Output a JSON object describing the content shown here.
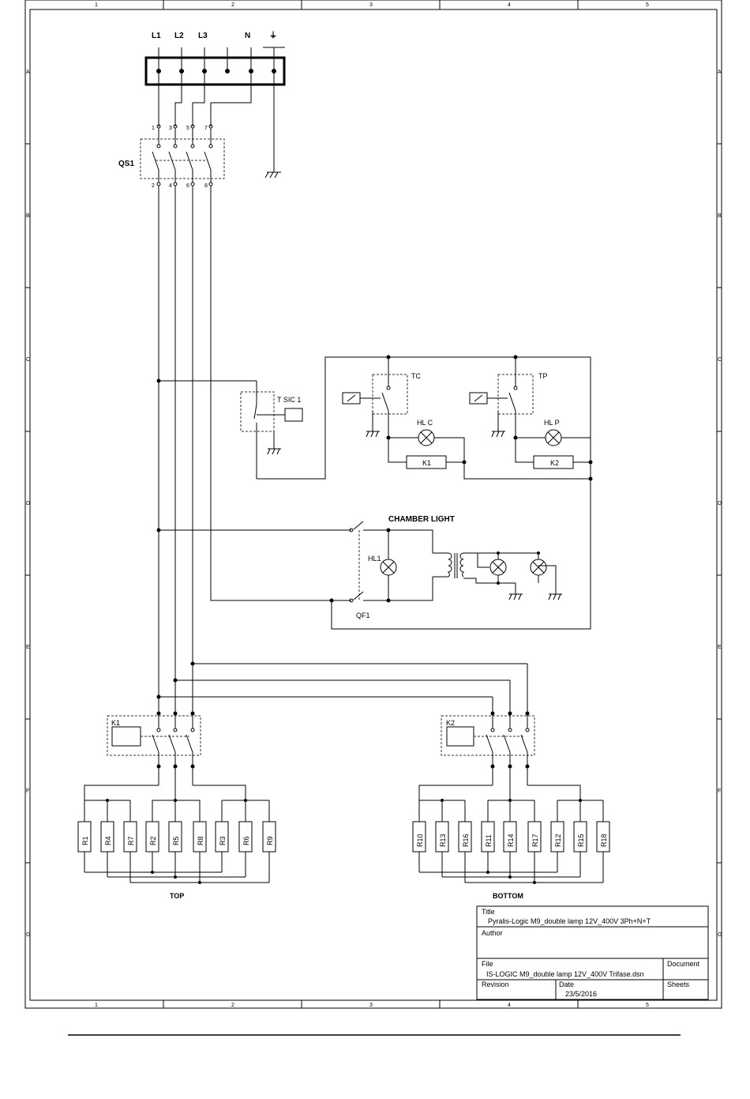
{
  "frame": {
    "columns": [
      "1",
      "2",
      "3",
      "4",
      "5"
    ],
    "rows": [
      "A",
      "B",
      "C",
      "D",
      "E",
      "F",
      "G"
    ]
  },
  "terminals": {
    "l1": "L1",
    "l2": "L2",
    "l3": "L3",
    "n": "N",
    "pe": "⏚"
  },
  "qs1": {
    "label": "QS1",
    "top_pins": [
      "1",
      "3",
      "5",
      "7"
    ],
    "bottom_pins": [
      "2",
      "4",
      "6",
      "8"
    ]
  },
  "control": {
    "tsic": "T SIC 1",
    "tc": "TC",
    "tp": "TP",
    "hlc": "HL C",
    "hlp": "HL P",
    "k1_coil": "K1",
    "k2_coil": "K2"
  },
  "chamber": {
    "title": "CHAMBER LIGHT",
    "hl1": "HL1",
    "qf1": "QF1"
  },
  "contactors": {
    "k1": "K1",
    "k2": "K2"
  },
  "resistors": {
    "top": [
      "R1",
      "R4",
      "R7",
      "R2",
      "R5",
      "R8",
      "R3",
      "R6",
      "R9"
    ],
    "bottom": [
      "R10",
      "R13",
      "R16",
      "R11",
      "R14",
      "R17",
      "R12",
      "R15",
      "R18"
    ],
    "top_label": "TOP",
    "bottom_label": "BOTTOM"
  },
  "title_block": {
    "title_label": "Title",
    "title_value": "Pyralis-Logic M9_double lamp 12V_400V 3Ph+N+T",
    "author_label": "Author",
    "file_label": "File",
    "file_value": "IS-LOGIC M9_double lamp 12V_400V Trifase.dsn",
    "document_label": "Document",
    "revision_label": "Revision",
    "date_label": "Date",
    "date_value": "23/5/2016",
    "sheets_label": "Sheets"
  }
}
